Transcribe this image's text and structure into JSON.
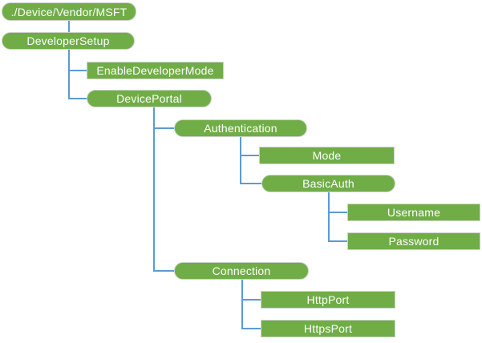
{
  "diagram": {
    "type": "tree",
    "description": "Configuration service provider tree diagram rooted at ./Device/Vendor/MSFT"
  },
  "colors": {
    "node_fill": "#70AD47",
    "node_border": "#CDD2C9",
    "connector": "#5B9BD5",
    "text": "#FFFFFF",
    "background": "#FFFFFF"
  },
  "nodes": [
    {
      "id": "root",
      "label": "./Device/Vendor/MSFT",
      "shape": "pill"
    },
    {
      "id": "developer-setup",
      "label": "DeveloperSetup",
      "shape": "pill"
    },
    {
      "id": "enable-developer-mode",
      "label": "EnableDeveloperMode",
      "shape": "rect"
    },
    {
      "id": "device-portal",
      "label": "DevicePortal",
      "shape": "pill"
    },
    {
      "id": "authentication",
      "label": "Authentication",
      "shape": "pill"
    },
    {
      "id": "mode",
      "label": "Mode",
      "shape": "rect"
    },
    {
      "id": "basic-auth",
      "label": "BasicAuth",
      "shape": "pill"
    },
    {
      "id": "username",
      "label": "Username",
      "shape": "rect"
    },
    {
      "id": "password",
      "label": "Password",
      "shape": "rect"
    },
    {
      "id": "connection",
      "label": "Connection",
      "shape": "pill"
    },
    {
      "id": "http-port",
      "label": "HttpPort",
      "shape": "rect"
    },
    {
      "id": "https-port",
      "label": "HttpsPort",
      "shape": "rect"
    }
  ],
  "edges": [
    {
      "parent": "./Device/Vendor/MSFT",
      "child": "DeveloperSetup"
    },
    {
      "parent": "DeveloperSetup",
      "child": "EnableDeveloperMode"
    },
    {
      "parent": "DeveloperSetup",
      "child": "DevicePortal"
    },
    {
      "parent": "DevicePortal",
      "child": "Authentication"
    },
    {
      "parent": "Authentication",
      "child": "Mode"
    },
    {
      "parent": "Authentication",
      "child": "BasicAuth"
    },
    {
      "parent": "BasicAuth",
      "child": "Username"
    },
    {
      "parent": "BasicAuth",
      "child": "Password"
    },
    {
      "parent": "DevicePortal",
      "child": "Connection"
    },
    {
      "parent": "Connection",
      "child": "HttpPort"
    },
    {
      "parent": "Connection",
      "child": "HttpsPort"
    }
  ]
}
